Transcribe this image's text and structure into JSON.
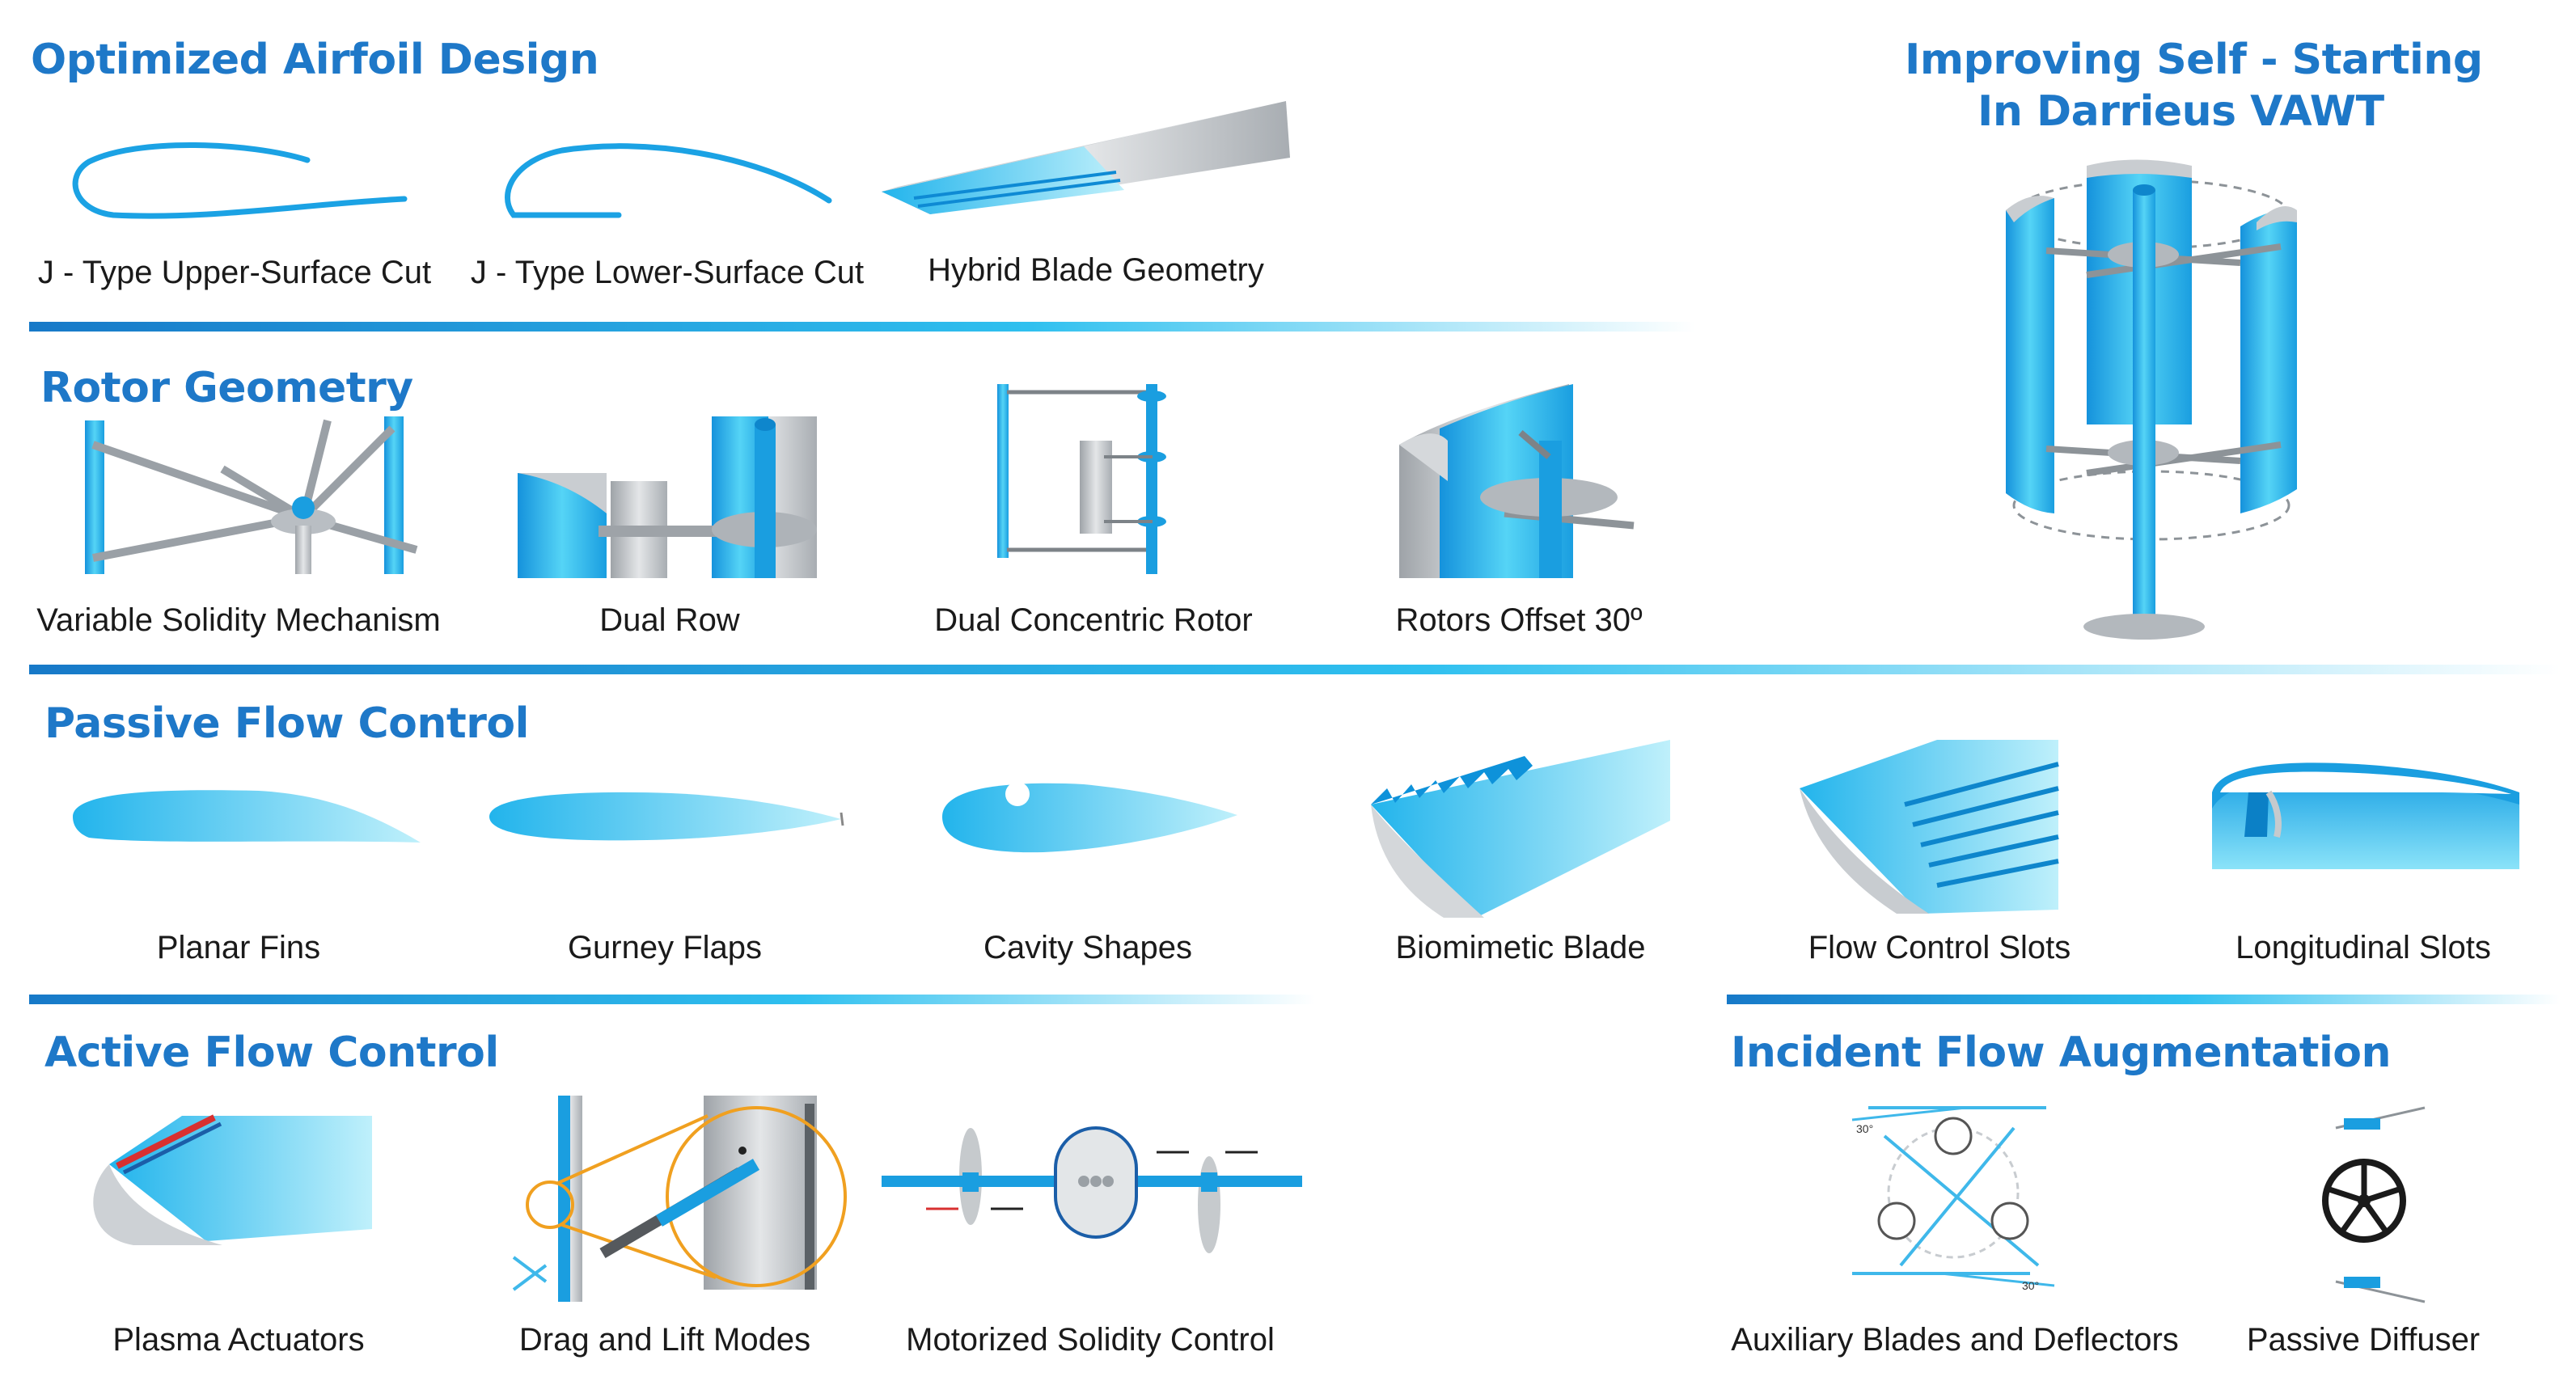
{
  "sections": {
    "airfoil": {
      "title": "Optimized Airfoil Design",
      "items": [
        "J - Type Upper-Surface Cut",
        "J - Type Lower-Surface Cut",
        "Hybrid Blade Geometry"
      ]
    },
    "rotor": {
      "title": "Rotor Geometry",
      "items": [
        "Variable Solidity Mechanism",
        "Dual Row",
        "Dual Concentric Rotor",
        "Rotors Offset 30º"
      ]
    },
    "passive": {
      "title": "Passive Flow Control",
      "items": [
        "Planar Fins",
        "Gurney Flaps",
        "Cavity Shapes",
        "Biomimetic Blade",
        "Flow Control Slots",
        "Longitudinal Slots"
      ]
    },
    "active": {
      "title": "Active Flow Control",
      "items": [
        "Plasma Actuators",
        "Drag and Lift Modes",
        "Motorized Solidity Control"
      ]
    },
    "incident": {
      "title": "Incident Flow Augmentation",
      "items": [
        "Auxiliary Blades and Deflectors",
        "Passive Diffuser"
      ]
    },
    "selfstart": {
      "title_line1": "Improving Self - Starting",
      "title_line2": "In Darrieus VAWT"
    }
  },
  "angle_labels": {
    "top": "30°",
    "bottom": "30°"
  },
  "colors": {
    "title": "#1e78c8",
    "blade_light": "#5fd4f5",
    "blade_dark": "#1a9ee0",
    "gray": "#bfc3c8",
    "orange": "#f0a020",
    "red": "#d83030"
  }
}
